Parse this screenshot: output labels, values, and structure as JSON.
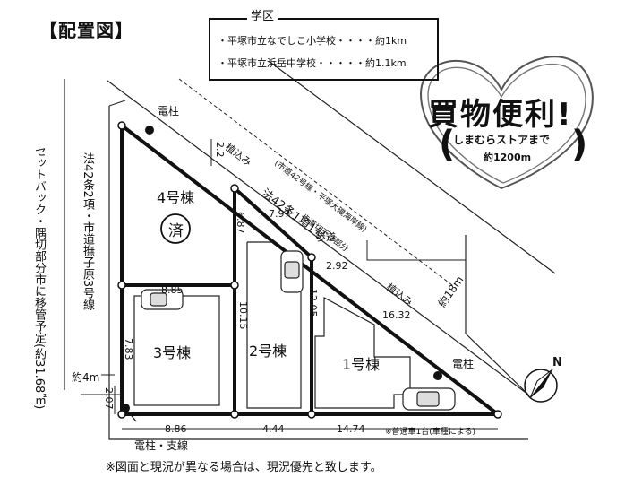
{
  "title": "【配置図】",
  "school": {
    "heading": "学区",
    "rows": [
      "・平塚市立なでしこ小学校・・・・約1km",
      "・平塚市立浜岳中学校・・・・・約1.1km"
    ]
  },
  "promo": {
    "headline": "買物便利!",
    "sub": "しまむらストアまで",
    "distance": "約1200m",
    "paren_left": "(",
    "paren_right": ")"
  },
  "roads": {
    "main": "法42条1項1号",
    "main_sub": "(市道42号線・平塚大磯海岸線)",
    "sidewalk_cut": "歩道切下げ部分",
    "sidewalk": "歩道",
    "side": "法42条2項・市道撫子原3号線",
    "setback": "セットバック・隅切部分市に移管予定(約31.68㎡)",
    "approx18": "約18m",
    "approx4": "約4m",
    "rinkomi": "植込み"
  },
  "buildings": {
    "b1": "1号棟",
    "b2": "2号棟",
    "b3": "3号棟",
    "b4": "4号棟",
    "sold": "済"
  },
  "poles": {
    "top": "電柱",
    "right": "電柱",
    "bottom": "電柱・支線"
  },
  "dimensions": {
    "d22": "2.2",
    "d797": "7.97",
    "d687": "6.87",
    "d292": "2.92",
    "d1632": "16.32",
    "d885": "8.85",
    "d783": "7.83",
    "d1015": "10.15",
    "d1205": "12.05",
    "d207": "2.07",
    "d886": "8.86",
    "d444": "4.44",
    "d1474": "14.74"
  },
  "parking_note": "※普通車1台(車種による)",
  "compass": "N",
  "footer": "※図面と現況が異なる場合は、現況優先と致します。"
}
